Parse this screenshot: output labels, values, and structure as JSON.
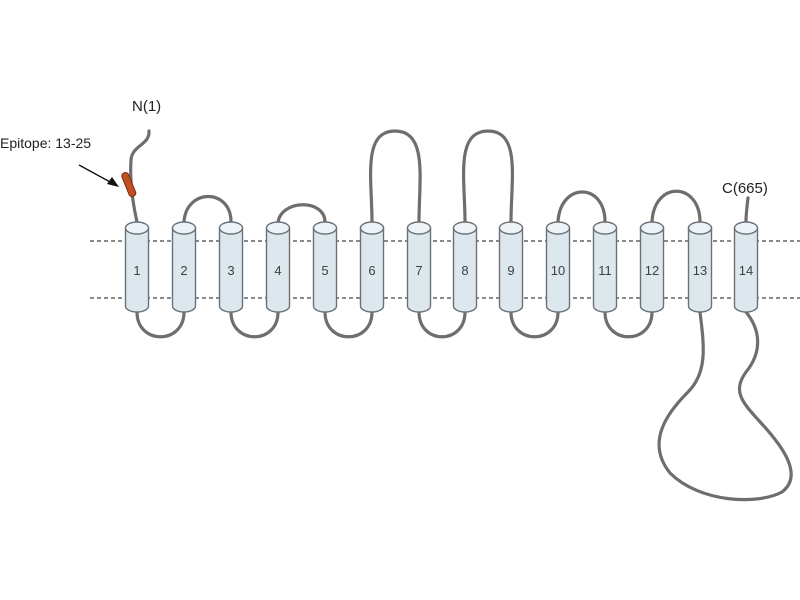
{
  "n_terminus_label": "N(1)",
  "c_terminus_label": "C(665)",
  "epitope_label": "Epitope: 13-25",
  "epitope_color": "#c0501f",
  "helix_fill": "#dde7ee",
  "helix_labels": [
    "1",
    "2",
    "3",
    "4",
    "5",
    "6",
    "7",
    "8",
    "9",
    "10",
    "11",
    "12",
    "13",
    "14"
  ]
}
